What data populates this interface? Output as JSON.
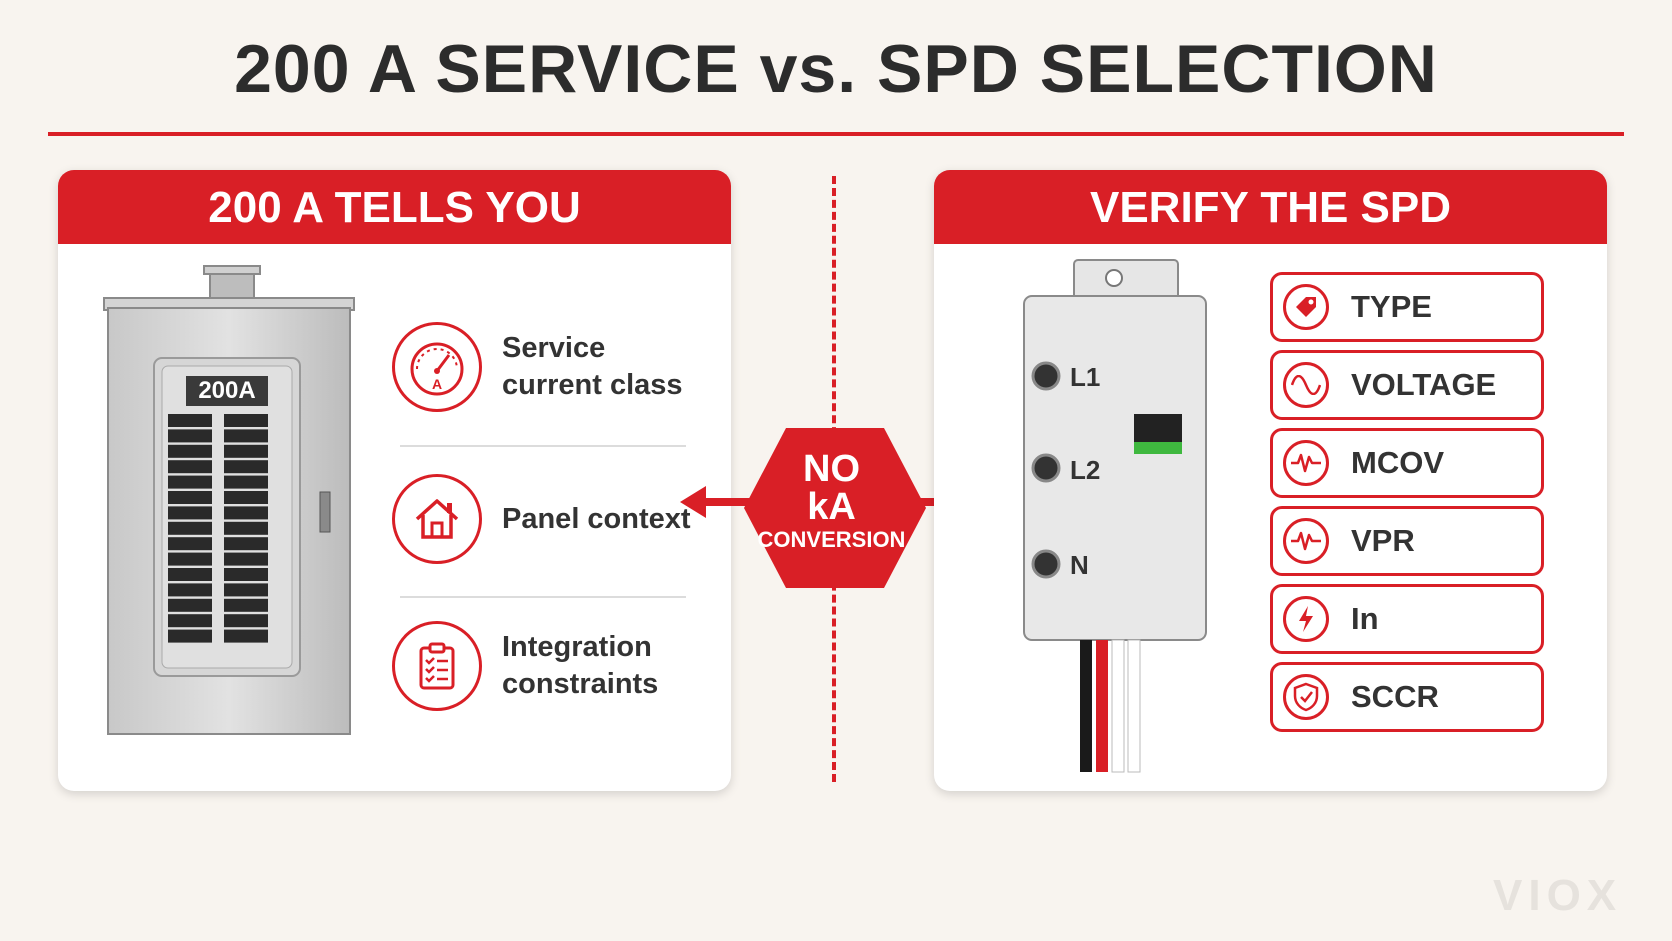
{
  "title": "200 A SERVICE vs. SPD SELECTION",
  "left_panel": {
    "header": "200 A TELLS YOU",
    "panel_label": "200A",
    "items": [
      {
        "line1": "Service",
        "line2": "current class",
        "icon": "gauge-icon",
        "icon_letter": "A"
      },
      {
        "line1": "Panel context",
        "line2": "",
        "icon": "house-icon"
      },
      {
        "line1": "Integration",
        "line2": "constraints",
        "icon": "clipboard-icon"
      }
    ]
  },
  "center": {
    "line1": "NO",
    "line2": "kA",
    "line3": "CONVERSION"
  },
  "right_panel": {
    "header": "VERIFY THE SPD",
    "terminals": [
      "L1",
      "L2",
      "N"
    ],
    "checks": [
      {
        "label": "TYPE",
        "icon": "tag-icon"
      },
      {
        "label": "VOLTAGE",
        "icon": "sine-wave-icon"
      },
      {
        "label": "MCOV",
        "icon": "pulse-icon"
      },
      {
        "label": "VPR",
        "icon": "pulse-icon"
      },
      {
        "label": "In",
        "icon": "lightning-icon"
      },
      {
        "label": "SCCR",
        "icon": "shield-check-icon"
      }
    ]
  },
  "watermark": "VIOX",
  "colors": {
    "accent": "#d91f26",
    "text": "#2c2c2c",
    "background": "#f8f4ef"
  }
}
